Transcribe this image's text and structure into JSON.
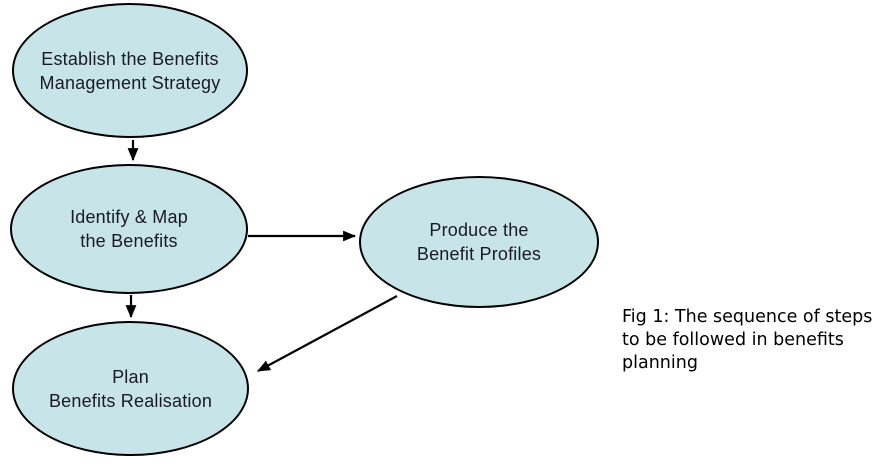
{
  "figure": {
    "background_color": "#ffffff",
    "node_fill_color": "#c7e4e8",
    "node_border_color": "#000000",
    "node_text_color": "#1a1a24",
    "arrow_color": "#000000",
    "nodes": [
      {
        "id": "establish-strategy",
        "line1": "Establish the Benefits",
        "line2": "Management Strategy"
      },
      {
        "id": "identify-map",
        "line1": "Identify & Map",
        "line2": "the Benefits"
      },
      {
        "id": "produce-profiles",
        "line1": "Produce the",
        "line2": "Benefit Profiles"
      },
      {
        "id": "plan-realisation",
        "line1": "Plan",
        "line2": "Benefits Realisation"
      }
    ],
    "edges": [
      {
        "from": "establish-strategy",
        "to": "identify-map"
      },
      {
        "from": "identify-map",
        "to": "produce-profiles"
      },
      {
        "from": "identify-map",
        "to": "plan-realisation"
      },
      {
        "from": "produce-profiles",
        "to": "plan-realisation"
      }
    ]
  },
  "caption": {
    "line1": "Fig 1: The sequence of steps",
    "line2": "to be followed in benefits",
    "line3": "planning"
  }
}
